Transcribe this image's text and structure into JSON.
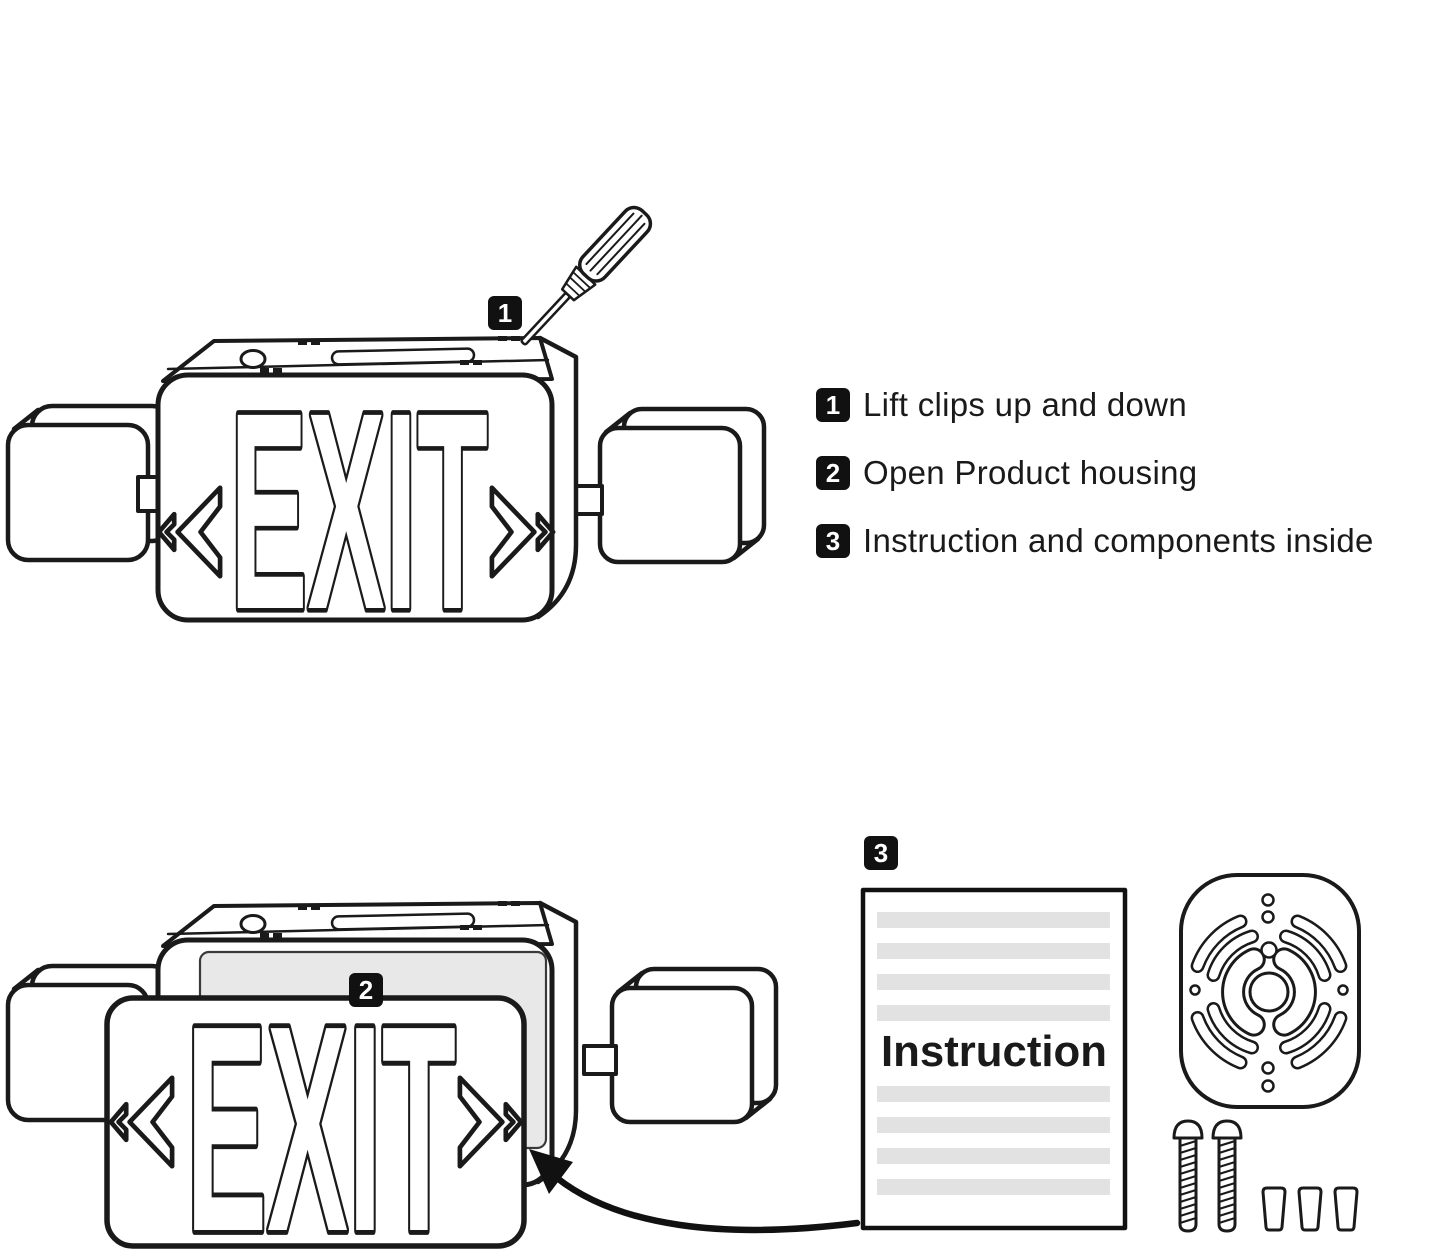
{
  "page": {
    "background": "#ffffff"
  },
  "legend": {
    "items": [
      {
        "badge": "1",
        "label": "Lift clips up and down"
      },
      {
        "badge": "2",
        "label": "Open Product housing"
      },
      {
        "badge": "3",
        "label": "Instruction and components inside"
      }
    ]
  },
  "diagram": {
    "sign_assembled": {
      "text": "EXIT"
    },
    "sign_open": {
      "text": "EXIT"
    },
    "instruction_sheet": {
      "title": "Instruction"
    },
    "colors": {
      "line": "#1a1a1a",
      "interior_grey": "#e8e8e8",
      "sheet_bar_grey": "#e2e2e2",
      "badge_bg": "#111111",
      "badge_text": "#ffffff"
    },
    "icons": [
      "screwdriver-icon",
      "chevron-left-icon",
      "chevron-right-icon",
      "curved-arrow-icon",
      "mounting-plate-icon",
      "screw-icon",
      "wire-nut-icon"
    ]
  }
}
